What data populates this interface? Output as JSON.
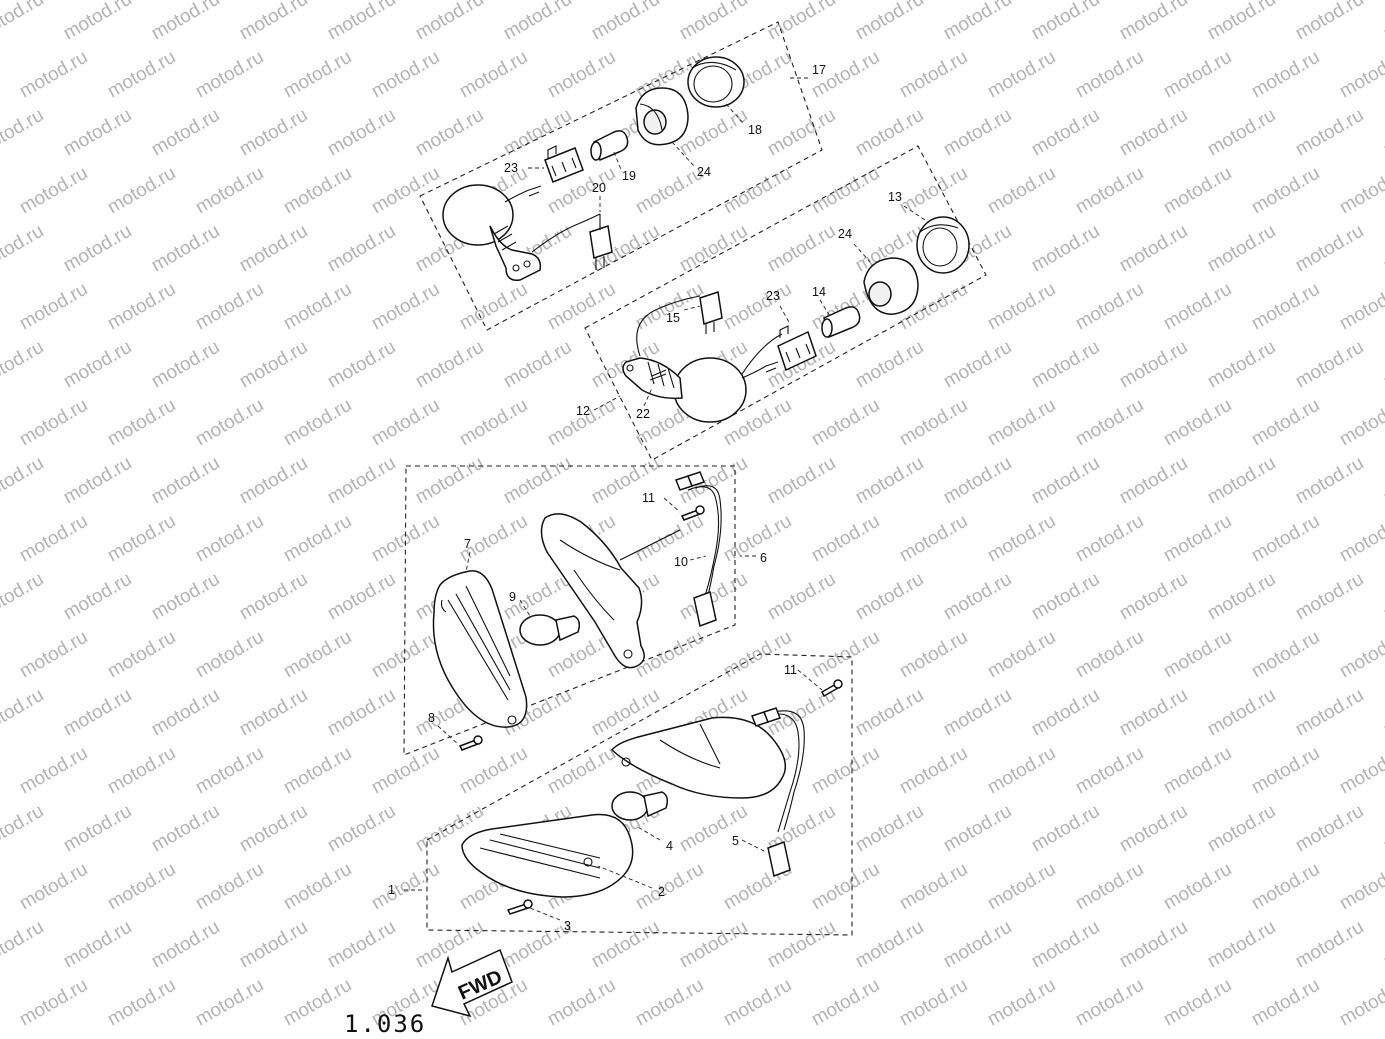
{
  "watermark": {
    "text": "motod.ru"
  },
  "callouts": [
    {
      "id": "c17",
      "label": "17"
    },
    {
      "id": "c18",
      "label": "18"
    },
    {
      "id": "c24a",
      "label": "24"
    },
    {
      "id": "c19",
      "label": "19"
    },
    {
      "id": "c23a",
      "label": "23"
    },
    {
      "id": "c20",
      "label": "20"
    },
    {
      "id": "c13",
      "label": "13"
    },
    {
      "id": "c24b",
      "label": "24"
    },
    {
      "id": "c14",
      "label": "14"
    },
    {
      "id": "c23b",
      "label": "23"
    },
    {
      "id": "c15",
      "label": "15"
    },
    {
      "id": "c22",
      "label": "22"
    },
    {
      "id": "c12",
      "label": "12"
    },
    {
      "id": "c11a",
      "label": "11"
    },
    {
      "id": "c10",
      "label": "10"
    },
    {
      "id": "c6",
      "label": "6"
    },
    {
      "id": "c7",
      "label": "7"
    },
    {
      "id": "c9",
      "label": "9"
    },
    {
      "id": "c8",
      "label": "8"
    },
    {
      "id": "c11b",
      "label": "11"
    },
    {
      "id": "c5",
      "label": "5"
    },
    {
      "id": "c4",
      "label": "4"
    },
    {
      "id": "c2",
      "label": "2"
    },
    {
      "id": "c1",
      "label": "1"
    },
    {
      "id": "c3",
      "label": "3"
    }
  ],
  "fwd_label": "FWD",
  "page_code": "1.036"
}
